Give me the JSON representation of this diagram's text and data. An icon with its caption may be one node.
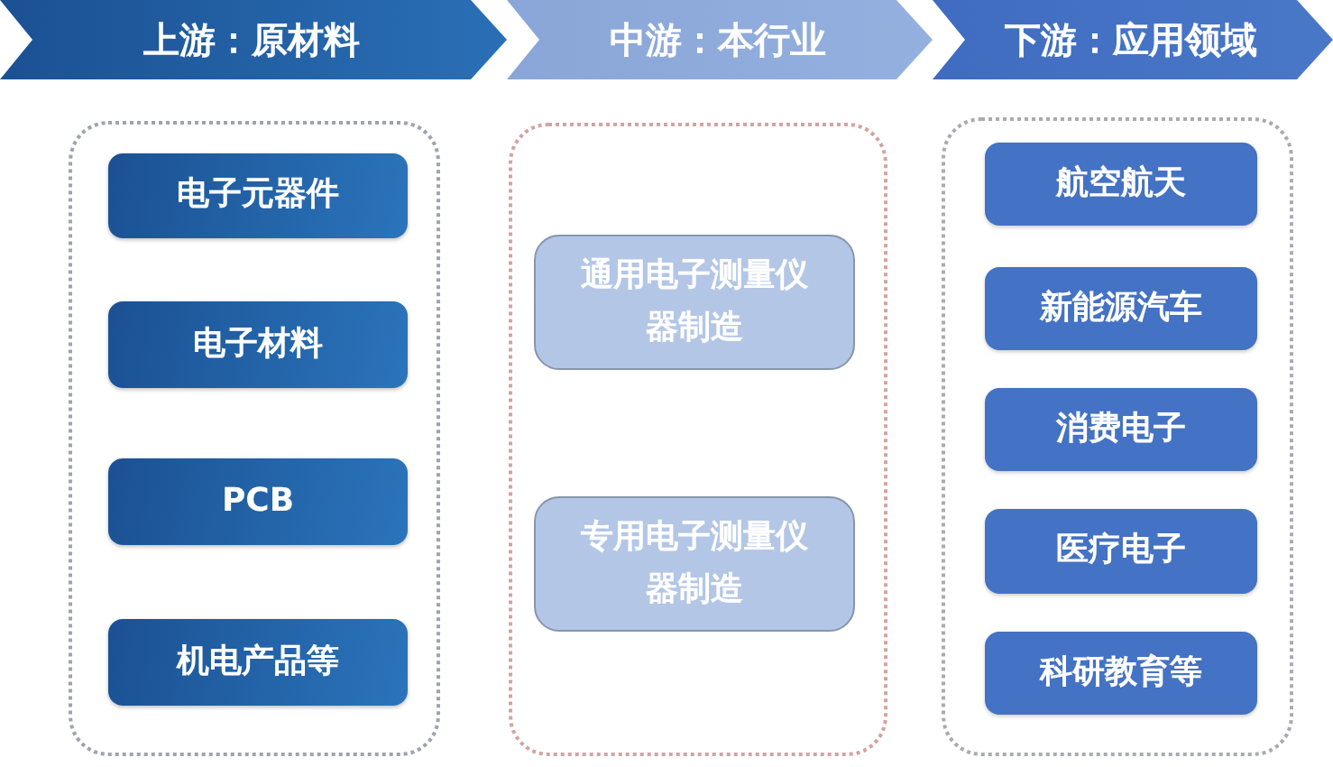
{
  "diagram": {
    "nodes": [
      {
        "text": [
          "上游：原材料"
        ]
      },
      {
        "text": [
          "中游：本行业"
        ]
      },
      {
        "text": [
          "下游：应用领域"
        ]
      },
      {
        "text": [],
        "shape": "box"
      },
      {
        "text": [
          "电子元器件"
        ],
        "in": 3
      },
      {
        "text": [
          "电子材料"
        ],
        "in": 3
      },
      {
        "text": [
          "PCB"
        ],
        "in": 3
      },
      {
        "text": [
          "机电产品等"
        ],
        "in": 3
      },
      {
        "text": [],
        "shape": "box"
      },
      {
        "text": [
          "通用电子测量仪器制造"
        ],
        "in": 8
      },
      {
        "text": [
          "专用电子测量仪器制造"
        ],
        "in": 8
      },
      {
        "text": [],
        "shape": "box"
      },
      {
        "text": [
          "航空航天"
        ],
        "in": 11
      },
      {
        "text": [
          "新能源汽车"
        ],
        "in": 11
      },
      {
        "text": [
          "消费电子"
        ],
        "in": 11
      },
      {
        "text": [
          "医疗电子"
        ],
        "in": 11
      },
      {
        "text": [
          "科研教育等"
        ],
        "in": 11
      }
    ]
  }
}
